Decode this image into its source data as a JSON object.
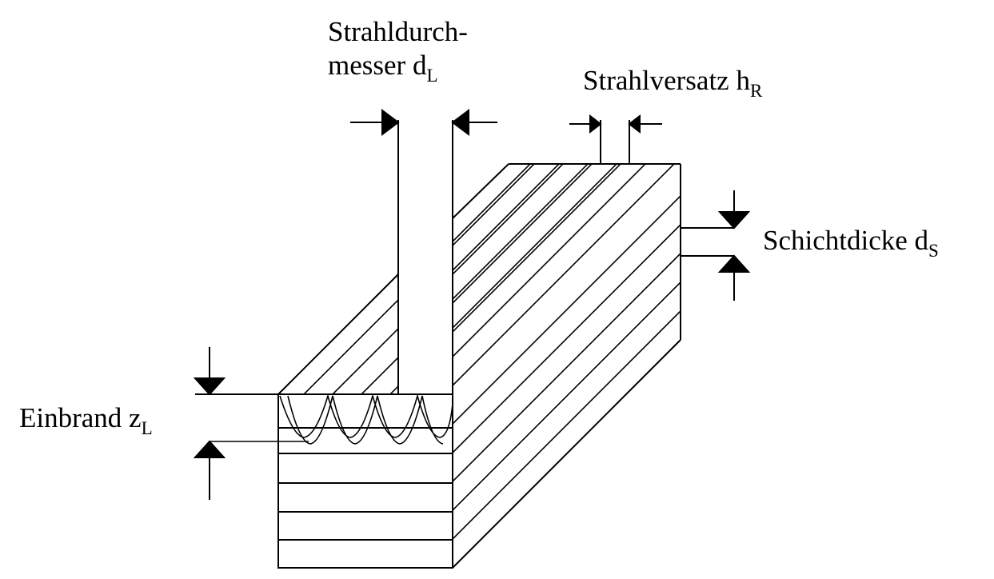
{
  "labels": {
    "beam_diameter": {
      "line1": "Strahldurch-",
      "line2": "messer d",
      "sub": "L"
    },
    "beam_offset": {
      "text": "Strahlversatz h",
      "sub": "R"
    },
    "layer_thickness": {
      "text": "Schichtdicke d",
      "sub": "S"
    },
    "penetration": {
      "text": "Einbrand z",
      "sub": "L"
    }
  },
  "colors": {
    "ink": "#000000",
    "paper": "#ffffff"
  }
}
